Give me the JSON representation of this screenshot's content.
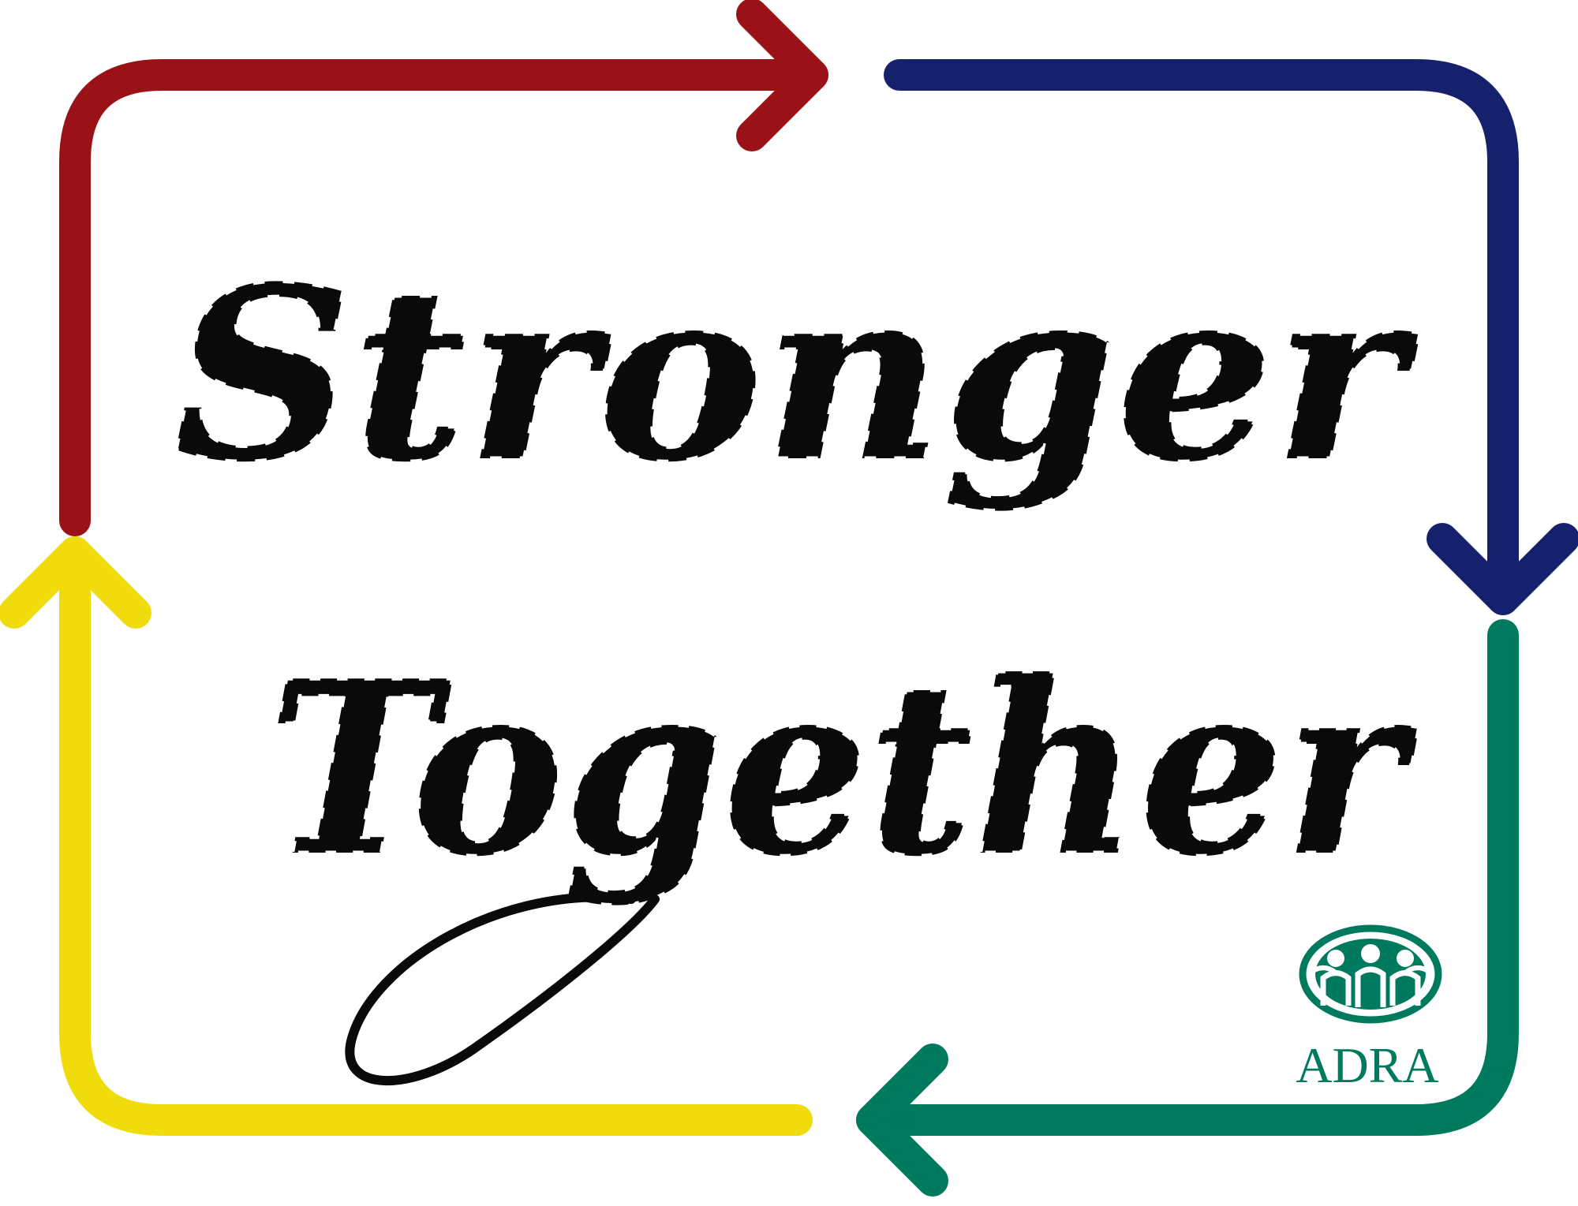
{
  "headline": {
    "line1": "Stronger",
    "line2": "Together"
  },
  "logo": {
    "name": "ADRA",
    "icon": "adra-globe-people-icon"
  },
  "colors": {
    "red": "#9a1117",
    "blue": "#16216e",
    "green": "#007a5e",
    "yellow": "#f0dc0c",
    "text": "#0a0a0a",
    "logo": "#007a5e"
  }
}
